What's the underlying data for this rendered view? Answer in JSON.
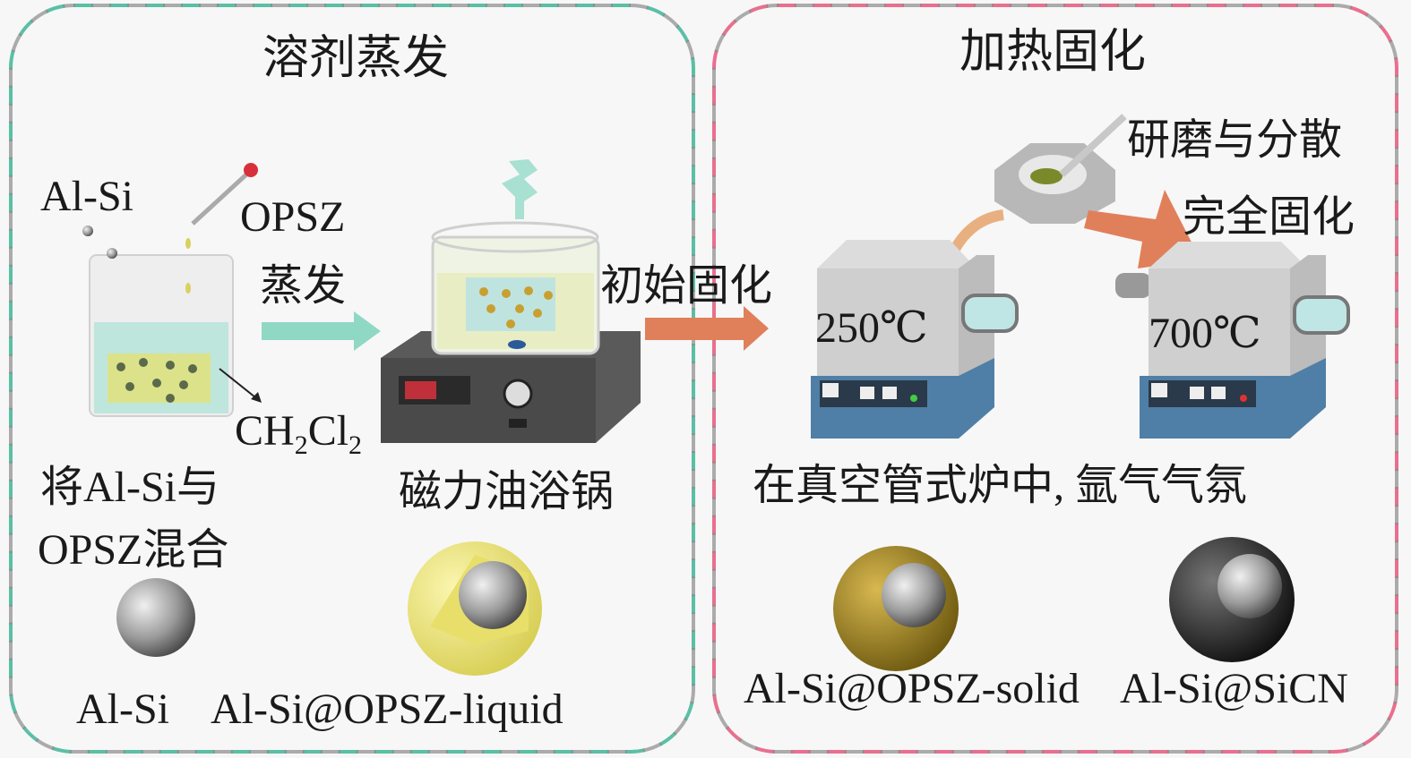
{
  "panels": {
    "left": {
      "title": "溶剂蒸发",
      "border_colors": [
        "#5bbfa6",
        "#8a8a8a"
      ]
    },
    "right": {
      "title": "加热固化",
      "border_colors": [
        "#e8708f",
        "#8a8a8a",
        "#e09a5a"
      ]
    }
  },
  "labels": {
    "alsi_top": "Al-Si",
    "opsz": "OPSZ",
    "evaporate": "蒸发",
    "solvent": {
      "c": "CH",
      "s1": "2",
      "cl": "Cl",
      "s2": "2"
    },
    "mix_line1": "将Al-Si与",
    "mix_line2": "OPSZ混合",
    "oil_bath": "磁力油浴锅",
    "initial_cure": "初始固化",
    "grind": "研磨与分散",
    "full_cure": "完全固化",
    "temp1": "250℃",
    "temp2": "700℃",
    "furnace": "在真空管式炉中, 氩气气氛"
  },
  "particles": [
    {
      "name": "Al-Si",
      "color": "#8c8c8c"
    },
    {
      "name": "Al-Si@OPSZ-liquid",
      "color": "#e8e07a"
    },
    {
      "name": "Al-Si@OPSZ-solid",
      "color": "#a88a2a"
    },
    {
      "name": "Al-Si@SiCN",
      "color": "#2e2e2e"
    }
  ],
  "colors": {
    "teal_arrow": "#8fd8c4",
    "orange_arrow": "#e0805a",
    "furnace_base": "#4f7fa6",
    "furnace_body": "#d6d6d6"
  }
}
